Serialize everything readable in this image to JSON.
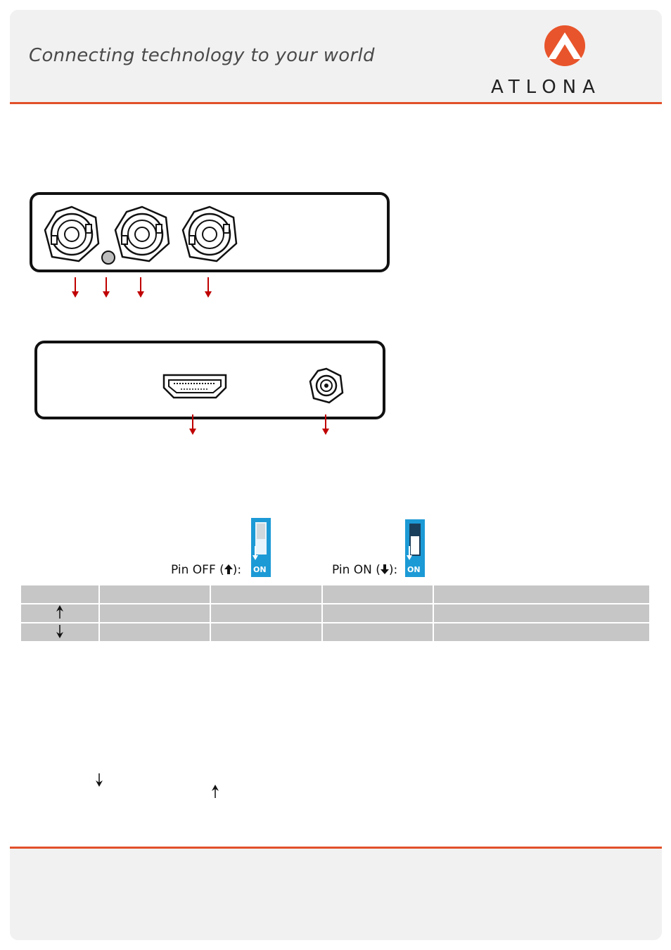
{
  "header": {
    "tagline": "Connecting technology to your world",
    "brand": "ATLONA",
    "brand_mark": "."
  },
  "dip_switch": {
    "pin_off_label": "Pin OFF (",
    "pin_off_suffix": "):",
    "pin_on_label": "Pin ON (",
    "pin_on_suffix": "):",
    "switch_text": "ON",
    "up_arrow": "↑",
    "down_arrow": "↓"
  },
  "colors": {
    "accent": "#e2502a",
    "callout_arrow": "#c00000",
    "table_fill": "#c6c6c6",
    "switch_blue": "#1c9ad6"
  }
}
